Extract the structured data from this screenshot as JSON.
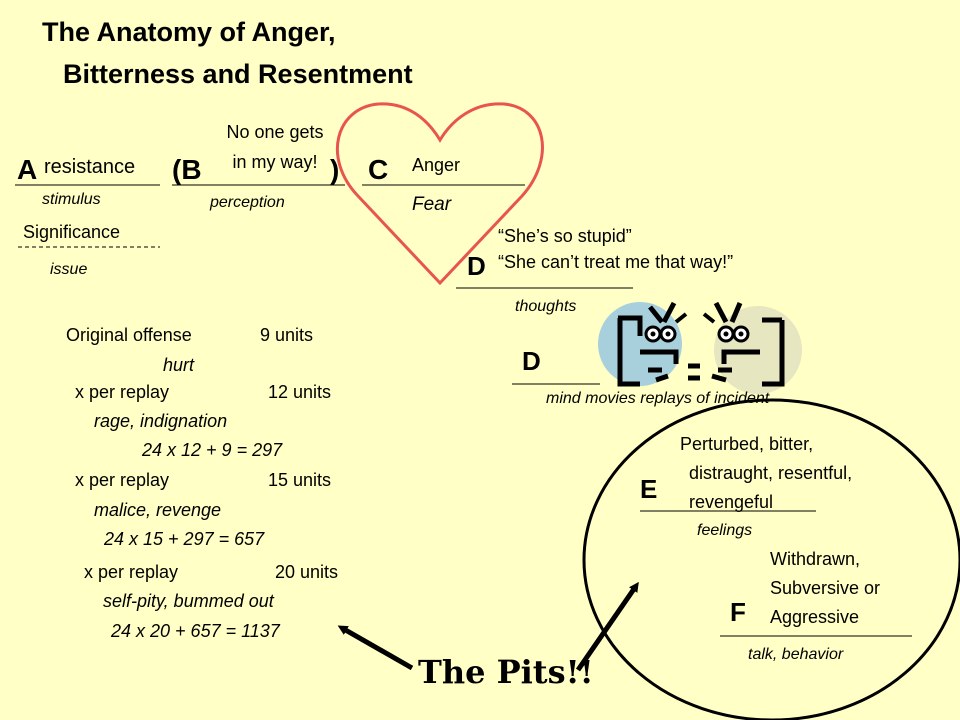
{
  "title": {
    "line1": "The Anatomy of Anger,",
    "line2": "Bitterness and Resentment"
  },
  "stage_a": {
    "letter": "A",
    "word": "resistance",
    "sublabel": "stimulus",
    "significance": "Significance",
    "issue": "issue"
  },
  "stage_b": {
    "open": "(B",
    "close": ")",
    "quote_line1": "No one gets",
    "quote_line2": "in my way!",
    "sublabel": "perception"
  },
  "stage_c": {
    "letter": "C",
    "emotion1": "Anger",
    "emotion2": "Fear"
  },
  "stage_d1": {
    "letter": "D",
    "quote1": "“She’s so stupid”",
    "quote2": "“She can’t treat me that way!”",
    "sublabel": "thoughts"
  },
  "stage_d2": {
    "letter": "D",
    "sublabel": "mind movies replays of incident"
  },
  "stage_e": {
    "letter": "E",
    "line1": "Perturbed, bitter,",
    "line2": "distraught, resentful,",
    "line3": "revengeful",
    "sublabel": "feelings"
  },
  "stage_f": {
    "letter": "F",
    "line1": "Withdrawn,",
    "line2": "Subversive or",
    "line3": "Aggressive",
    "sublabel": "talk, behavior"
  },
  "math": {
    "offense_label": "Original offense",
    "offense_units": "9 units",
    "offense_note": "hurt",
    "replay1_label": "x per replay",
    "replay1_units": "12 units",
    "replay1_note": "rage, indignation",
    "replay1_calc": "24 x 12 + 9 = 297",
    "replay2_label": "x per replay",
    "replay2_units": "15 units",
    "replay2_note": "malice, revenge",
    "replay2_calc": "24 x 15 + 297 = 657",
    "replay3_label": "x per replay",
    "replay3_units": "20 units",
    "replay3_note": "self-pity, bummed out",
    "replay3_calc": "24 x 20 + 657 = 1137"
  },
  "pits": "The Pits!!",
  "colors": {
    "background": "#ffffc6",
    "heart": "#e8544f",
    "face_left": "#a8d0dc",
    "face_right": "#e6e6c0"
  }
}
